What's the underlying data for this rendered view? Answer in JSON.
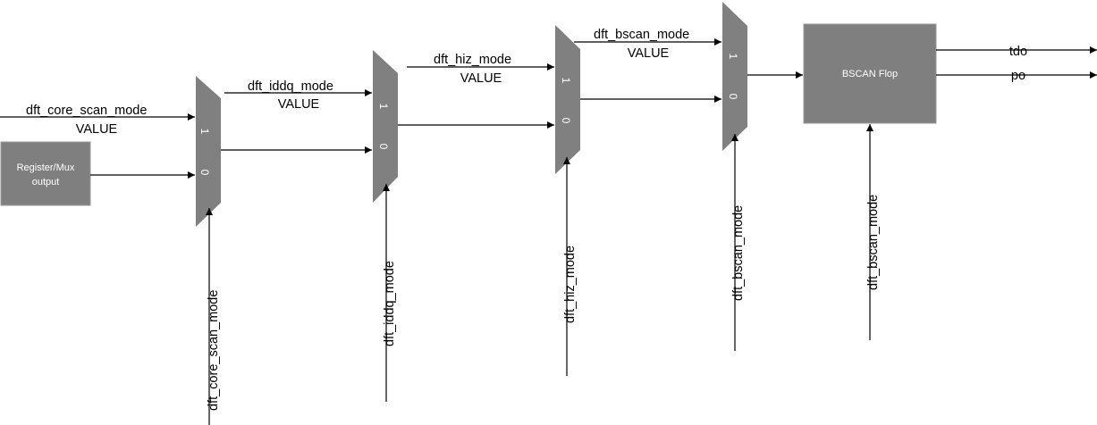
{
  "blocks": {
    "register": {
      "line1": "Register/Mux",
      "line2": "output"
    },
    "bscan_flop": "BSCAN Flop"
  },
  "muxes": [
    {
      "input_label": "dft_core_scan_mode",
      "value_label": "VALUE",
      "select": "dft_core_scan_mode",
      "pin1": "1",
      "pin0": "0"
    },
    {
      "input_label": "dft_iddq_mode",
      "value_label": "VALUE",
      "select": "dft_iddq_mode",
      "pin1": "1",
      "pin0": "0"
    },
    {
      "input_label": "dft_hiz_mode",
      "value_label": "VALUE",
      "select": "dft_hiz_mode",
      "pin1": "1",
      "pin0": "0"
    },
    {
      "input_label": "dft_bscan_mode",
      "value_label": "VALUE",
      "select": "dft_bscan_mode",
      "pin1": "1",
      "pin0": "0"
    }
  ],
  "flop_select": "dft_bscan_mode",
  "outputs": [
    "tdo",
    "po"
  ]
}
